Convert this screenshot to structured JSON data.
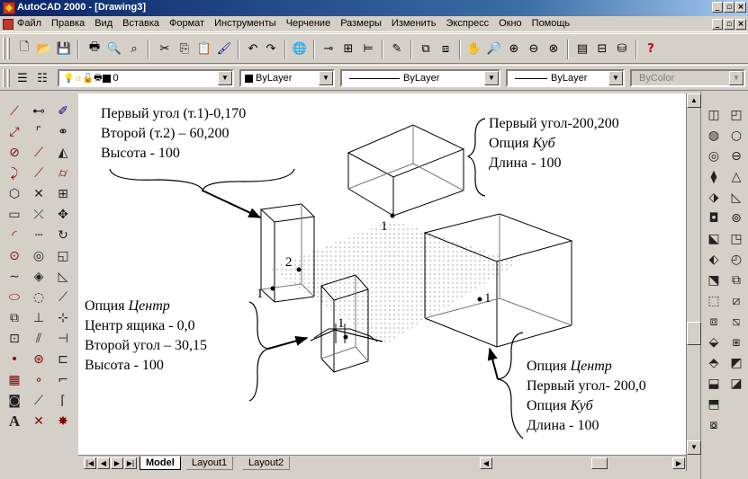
{
  "window": {
    "title": "AutoCAD 2000 - [Drawing3]",
    "controls": [
      "_",
      "▫",
      "×"
    ]
  },
  "menu": {
    "items": [
      "Файл",
      "Правка",
      "Вид",
      "Вставка",
      "Формат",
      "Инструменты",
      "Черчение",
      "Размеры",
      "Изменить",
      "Экспресс",
      "Окно",
      "Помощь"
    ]
  },
  "properties": {
    "layer_value": "0",
    "color_value": "ByLayer",
    "linetype_value": "ByLayer",
    "lineweight_value": "ByLayer",
    "plotstyle_value": "ByColor"
  },
  "tabs": {
    "model": "Model",
    "layout1": "Layout1",
    "layout2": "Layout2"
  },
  "captions": {
    "box1": {
      "line1": "Первый угол (т.1)-0,170",
      "line2": "Второй (т.2) – 60,200",
      "line3": "Высота - 100"
    },
    "box2": {
      "line1": "Первый угол-200,200",
      "line2_prefix": "Опция ",
      "line2_em": "Куб",
      "line3": "Длина - 100"
    },
    "box3": {
      "line1_prefix": "Опция ",
      "line1_em": "Центр",
      "line2": "Центр ящика - 0,0",
      "line3": "Второй угол – 30,15",
      "line4": "Высота - 100"
    },
    "box4": {
      "line1_prefix": "Опция ",
      "line1_em": "Центр",
      "line2": "Первый угол- 200,0",
      "line3_prefix": "Опция ",
      "line3_em": "Куб",
      "line4": "Длина - 100"
    }
  },
  "point_labels": {
    "p1a": "1",
    "p2": "2",
    "p1b": "1",
    "p1c": "1",
    "p1d": "1"
  }
}
